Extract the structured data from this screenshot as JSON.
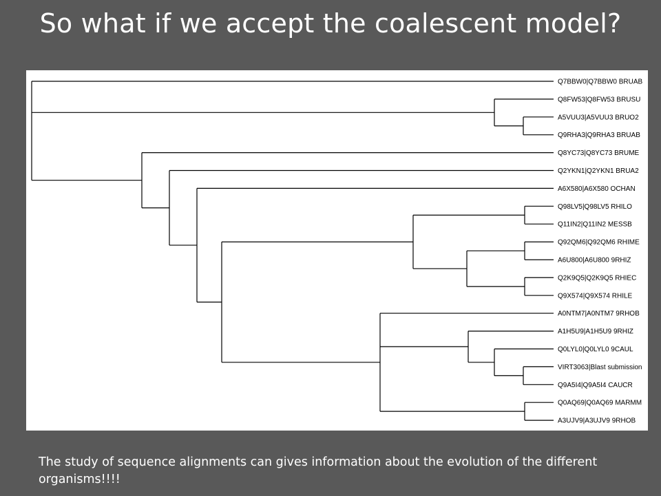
{
  "slide": {
    "title": "So what if we accept the coalescent model?",
    "caption": "The study of sequence alignments can gives information about the evolution of the different organisms!!!!"
  },
  "tree": {
    "leaves": [
      "Q7BBW0|Q7BBW0 BRUAB",
      "Q8FW53|Q8FW53 BRUSU",
      "A5VUU3|A5VUU3 BRUO2",
      "Q9RHA3|Q9RHA3 BRUAB",
      "Q8YC73|Q8YC73 BRUME",
      "Q2YKN1|Q2YKN1 BRUA2",
      "A6X580|A6X580 OCHAN",
      "Q98LV5|Q98LV5 RHILO",
      "Q11IN2|Q11IN2 MESSB",
      "Q92QM6|Q92QM6 RHIME",
      "A6U800|A6U800 9RHIZ",
      "Q2K9Q5|Q2K9Q5 RHIEC",
      "Q9X574|Q9X574 RHILE",
      "A0NTM7|A0NTM7 9RHOB",
      "A1H5U9|A1H5U9 9RHIZ",
      "Q0LYL0|Q0LYL0 9CAUL",
      "VIRT3063|Blast submission",
      "Q9A5I4|Q9A5I4 CAUCR",
      "Q0AQ69|Q0AQ69 MARMM",
      "A3UJV9|A3UJV9 9RHOB"
    ]
  }
}
